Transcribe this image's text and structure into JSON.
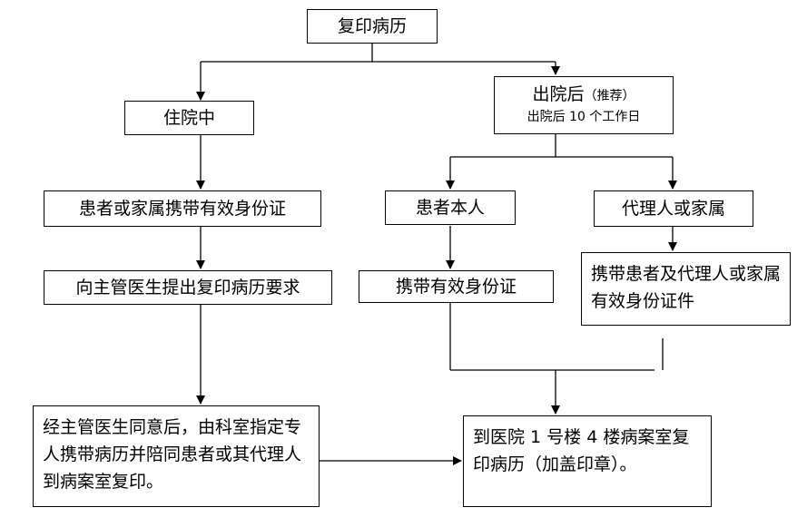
{
  "nodes": {
    "root": "复印病历",
    "inpatient": "住院中",
    "discharged_title": "出院后",
    "discharged_note": "（推荐）",
    "discharged_sub": "出院后 10 个工作日",
    "id_docs": "患者或家属携带有效身份证",
    "request": "向主管医生提出复印病历要求",
    "self": "患者本人",
    "agent": "代理人或家属",
    "self_id": "携带有效身份证",
    "agent_id": "携带患者及代理人或家属有效身份证件",
    "escort": "经主管医生同意后，由科室指定专人携带病历并陪同患者或其代理人到病案室复印。",
    "destination": "到医院 1 号楼 4 楼病案室复印病历（加盖印章）。"
  }
}
